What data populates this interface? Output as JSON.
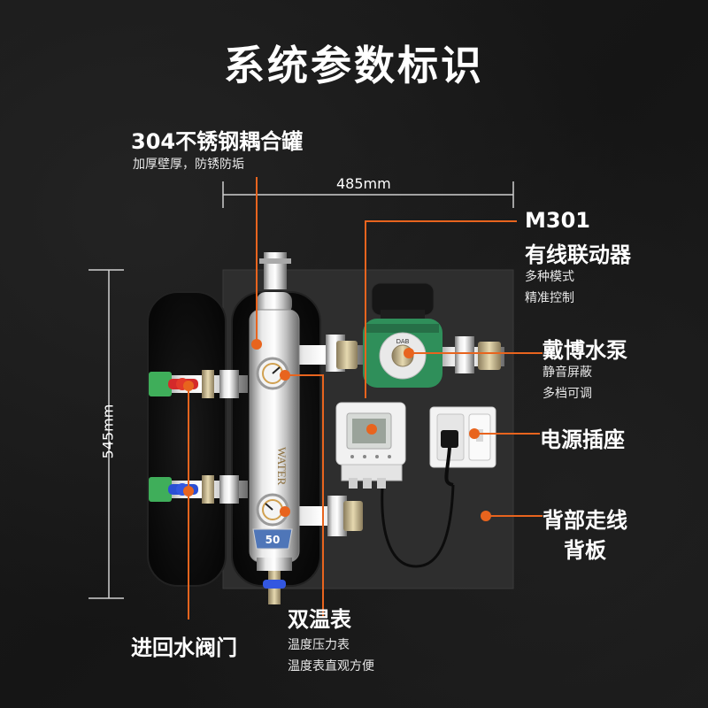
{
  "title": "系统参数标识",
  "tank": {
    "label": "304不锈钢耦合罐",
    "sub": "加厚壁厚，防锈防垢"
  },
  "dimensions": {
    "width": "485mm",
    "height": "545mm"
  },
  "controller": {
    "model": "M301",
    "label": "有线联动器",
    "sub1": "多种模式",
    "sub2": "精准控制"
  },
  "pump": {
    "label": "戴博水泵",
    "sub1": "静音屏蔽",
    "sub2": "多档可调"
  },
  "socket": {
    "label": "电源插座"
  },
  "backboard": {
    "line1": "背部走线",
    "line2": "背板"
  },
  "valve": {
    "label": "进回水阀门"
  },
  "thermometer": {
    "label": "双温表",
    "sub1": "温度压力表",
    "sub2": "温度表直观方便"
  },
  "tank_badge": "50",
  "colors": {
    "accent": "#e8641e",
    "pump_green": "#2f8f5a",
    "valve_red": "#d42a2a",
    "valve_blue": "#2a4fd4",
    "valve_green": "#3fae5a"
  }
}
